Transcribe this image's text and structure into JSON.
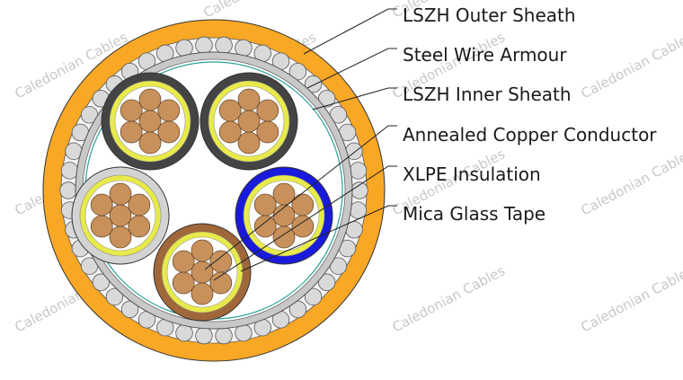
{
  "labels": {
    "outer_sheath": "LSZH Outer Sheath",
    "armour": "Steel Wire Armour",
    "inner_sheath": "LSZH Inner Sheath",
    "conductor": "Annealed Copper Conductor",
    "insulation": "XLPE Insulation",
    "mica": "Mica Glass Tape"
  },
  "watermark": "Caledonian Cables",
  "colors": {
    "outer_sheath": "#f9a825",
    "armour_wire": "#d9d9d9",
    "inner_sheath": "#c8c8c8",
    "filler": "#ffffff",
    "mica_tape": "#2aa198",
    "copper": "#c8915c",
    "xlpe": "#e8ea4a",
    "core_black": "#444444",
    "core_grey": "#d3d3d3",
    "core_blue": "#1a1adb",
    "core_brown": "#a0673a"
  },
  "cores": [
    {
      "name": "core-black-1",
      "color": "core_black"
    },
    {
      "name": "core-black-2",
      "color": "core_black"
    },
    {
      "name": "core-grey",
      "color": "core_grey"
    },
    {
      "name": "core-blue",
      "color": "core_blue"
    },
    {
      "name": "core-brown",
      "color": "core_brown"
    }
  ]
}
